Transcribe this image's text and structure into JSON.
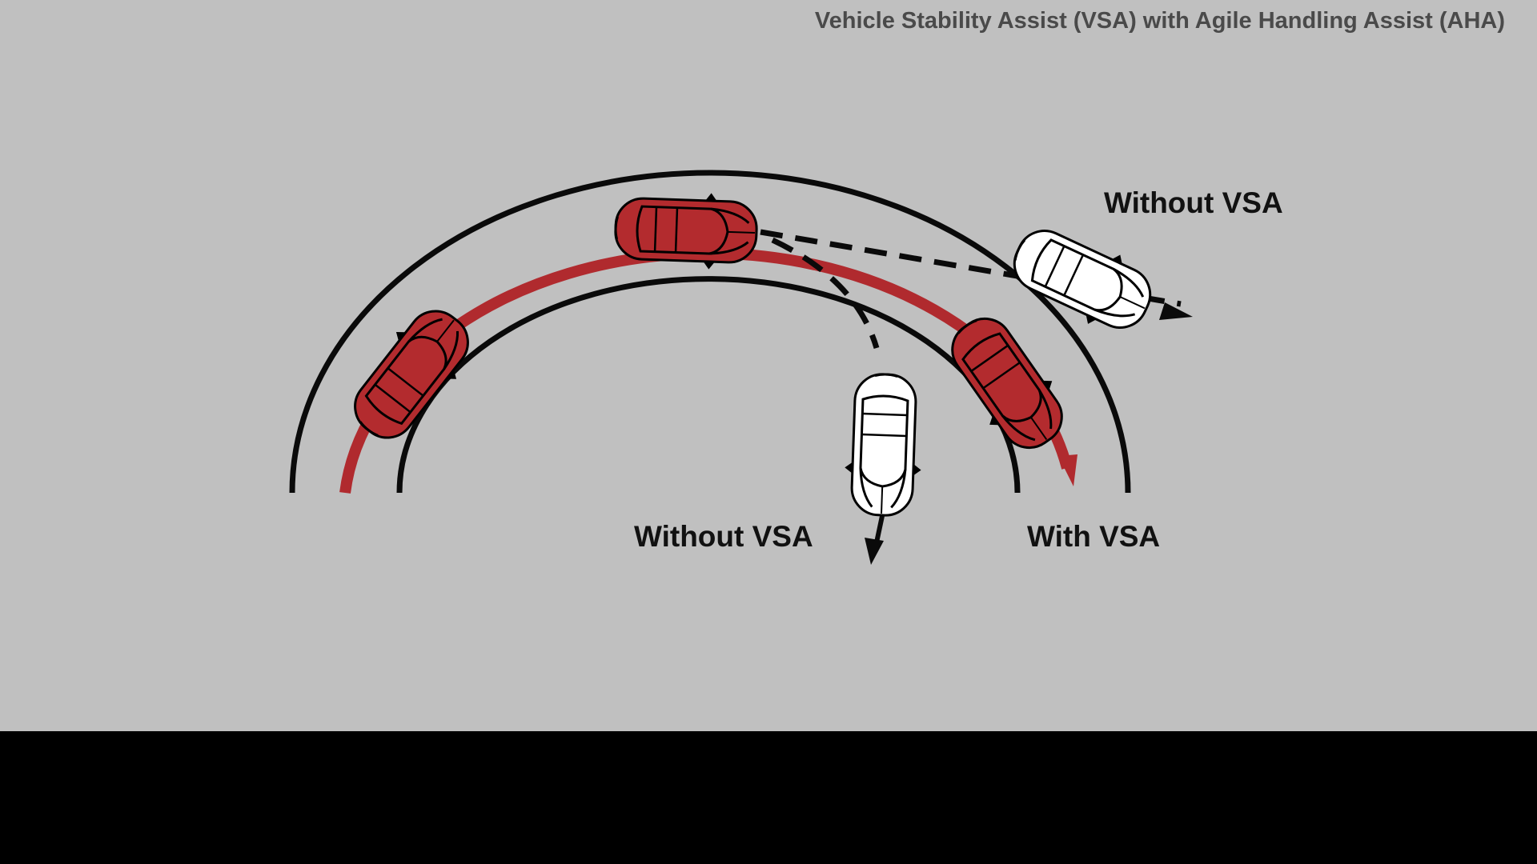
{
  "title": "Vehicle Stability Assist (VSA) with Agile Handling Assist (AHA)",
  "labels": {
    "without_vsa_understeer": "Without VSA",
    "without_vsa_oversteer": "Without VSA",
    "with_vsa": "With VSA"
  },
  "colors": {
    "background": "#c0c0c0",
    "letterbox": "#000000",
    "road_edge": "#0a0a0a",
    "vsa_path": "#b02a2e",
    "vsa_car_body": "#b32b2e",
    "no_vsa_car_body": "#ffffff",
    "dashed_path": "#0a0a0a",
    "title_text": "#4a4a4a",
    "label_text": "#111111"
  },
  "icons": {
    "car_with_vsa": "red-car-icon",
    "car_without_vsa": "white-car-icon",
    "trajectory_arrow": "arrowhead-icon"
  }
}
